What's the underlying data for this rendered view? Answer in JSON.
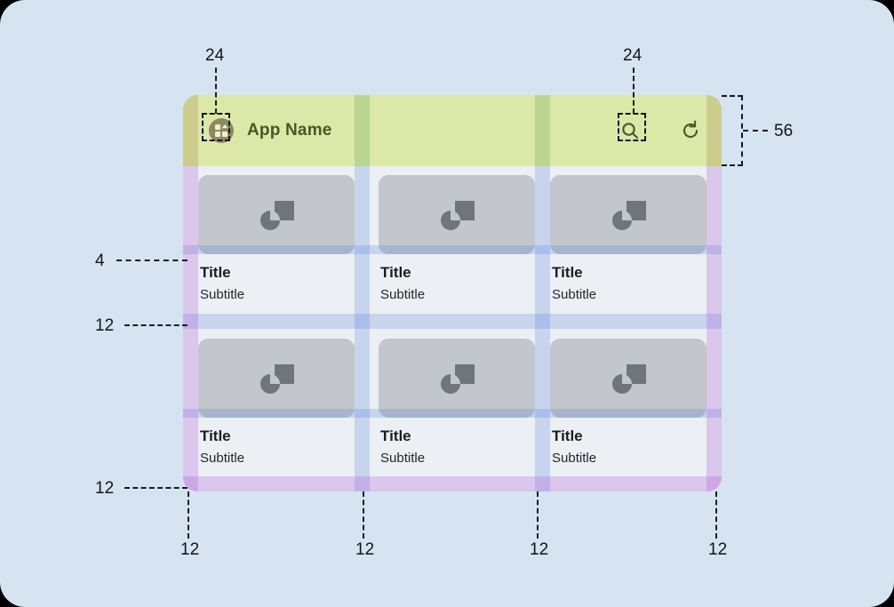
{
  "canvas": {
    "background_color": "#d6e4f2",
    "corner_radius": "28px"
  },
  "appbar": {
    "title": "App Name",
    "height_spec": "56",
    "background_color": "#dbe8a8",
    "title_color": "#4d5526",
    "logo_icon": "app-logo-icon",
    "actions": [
      {
        "name": "search-icon",
        "glyph": "search"
      },
      {
        "name": "refresh-icon",
        "glyph": "refresh"
      }
    ]
  },
  "grid": {
    "columns": 3,
    "rows": 2,
    "cards": [
      {
        "title": "Title",
        "subtitle": "Subtitle",
        "media_icon": "image-placeholder-icon"
      },
      {
        "title": "Title",
        "subtitle": "Subtitle",
        "media_icon": "image-placeholder-icon"
      },
      {
        "title": "Title",
        "subtitle": "Subtitle",
        "media_icon": "image-placeholder-icon"
      },
      {
        "title": "Title",
        "subtitle": "Subtitle",
        "media_icon": "image-placeholder-icon"
      },
      {
        "title": "Title",
        "subtitle": "Subtitle",
        "media_icon": "image-placeholder-icon"
      },
      {
        "title": "Title",
        "subtitle": "Subtitle",
        "media_icon": "image-placeholder-icon"
      }
    ]
  },
  "annotations": {
    "icon_size_left": "24",
    "icon_size_right": "24",
    "appbar_height": "56",
    "media_to_title_gap": "4",
    "row_gap": "12",
    "bottom_margin": "12",
    "left_margin": "12",
    "gutter_1": "12",
    "gutter_2": "12",
    "right_margin": "12"
  },
  "colors": {
    "margin_overlay": "#aa50d7",
    "gutter_overlay": "#4678dc",
    "appbar": "#dbe8a8",
    "card_media": "#c3c6cb",
    "card_bg": "#eceff3",
    "annotation": "#111418"
  }
}
